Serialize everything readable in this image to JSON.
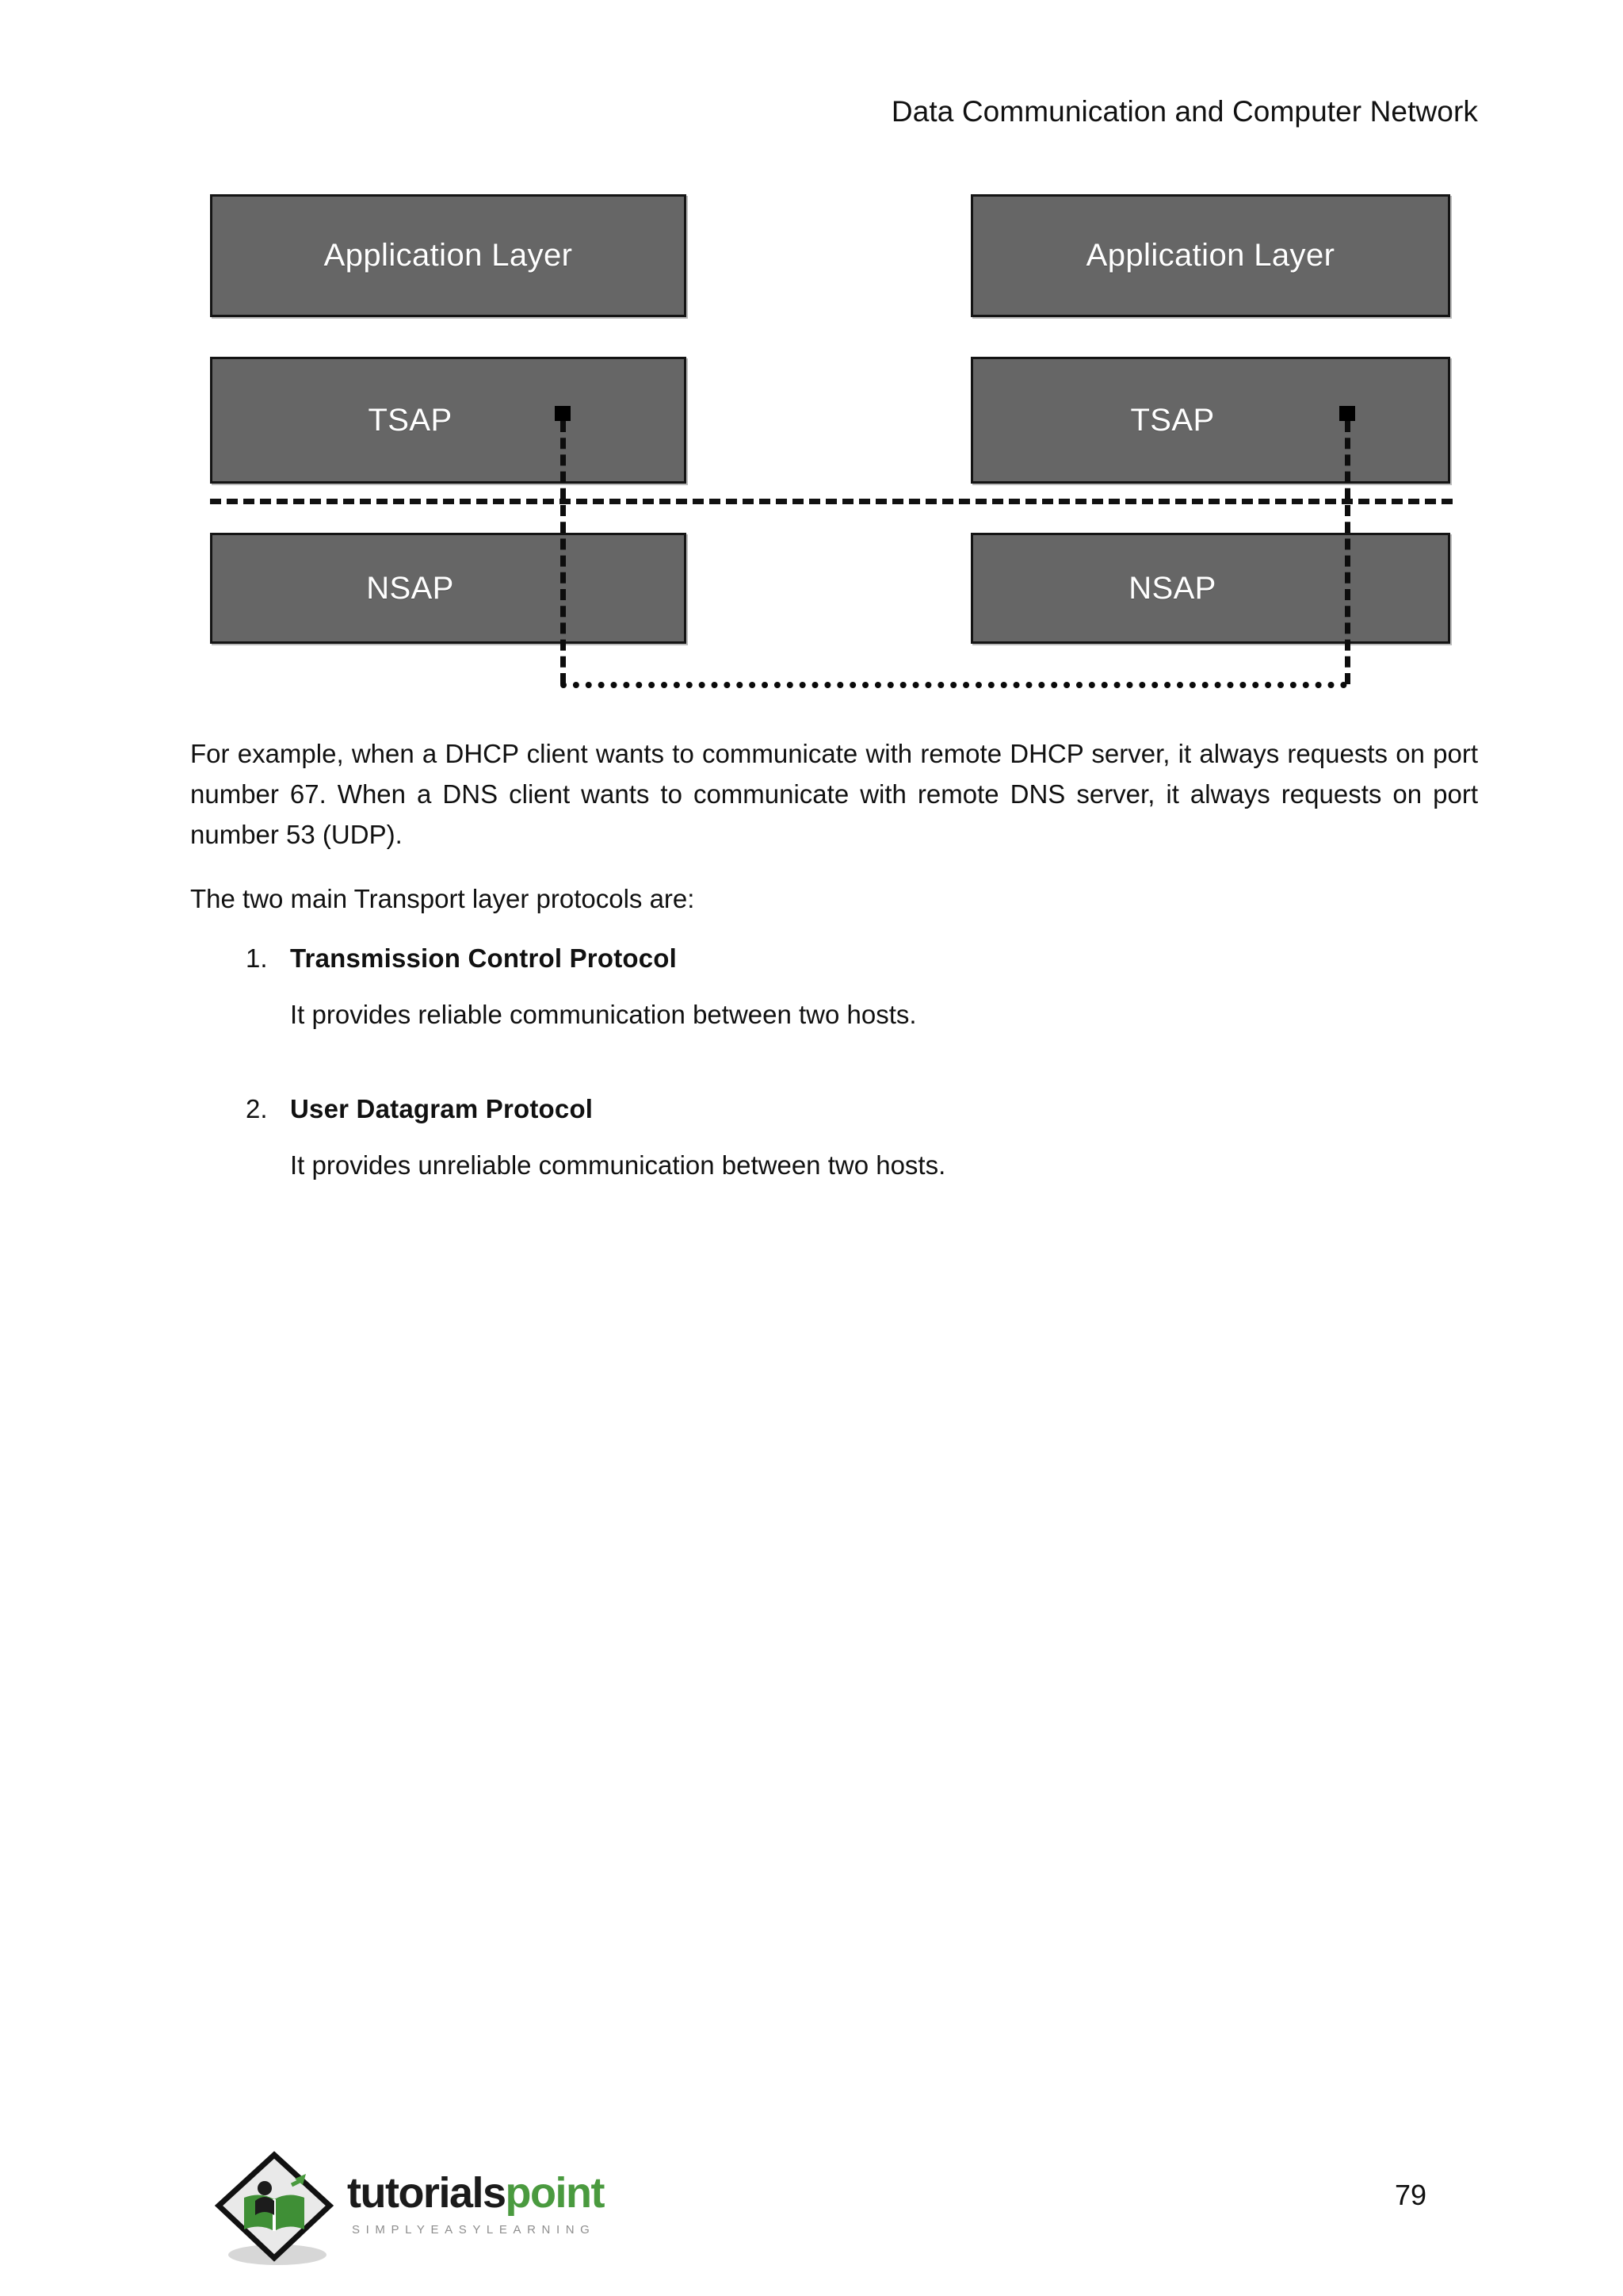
{
  "header": {
    "title": "Data Communication and Computer Network"
  },
  "diagram": {
    "name": "tsap-nsap-layer-diagram",
    "colors": {
      "box_fill": "#666666",
      "box_border": "#141414",
      "box_text": "#ffffff",
      "connector": "#000000"
    },
    "columns": [
      {
        "side": "left",
        "boxes": [
          {
            "label": "Application Layer"
          },
          {
            "label": "TSAP"
          },
          {
            "label": "NSAP"
          }
        ]
      },
      {
        "side": "right",
        "boxes": [
          {
            "label": "Application Layer"
          },
          {
            "label": "TSAP"
          },
          {
            "label": "NSAP"
          }
        ]
      }
    ],
    "connectors": {
      "separator": "horizontal-dashed-line",
      "vertical": "vertical-dashed-line",
      "bottom": "horizontal-dotted-line",
      "sap_socket": "black-square-dot"
    }
  },
  "content": {
    "paragraph_example": "For example, when a DHCP client wants to communicate with remote DHCP server, it always requests on port number 67. When a DNS client wants to communicate with remote DNS server, it always requests on port number 53 (UDP).",
    "paragraph_protocols": "The two main Transport layer protocols are:",
    "list": [
      {
        "number": "1.",
        "title": "Transmission Control Protocol",
        "description": "It provides reliable communication between two hosts."
      },
      {
        "number": "2.",
        "title": "User Datagram Protocol",
        "description": "It provides unreliable communication between two hosts."
      }
    ]
  },
  "footer": {
    "logo_word_primary": "tutorials",
    "logo_word_secondary": "point",
    "logo_tagline": "SIMPLYEASYLEARNING",
    "page_number": "79"
  }
}
